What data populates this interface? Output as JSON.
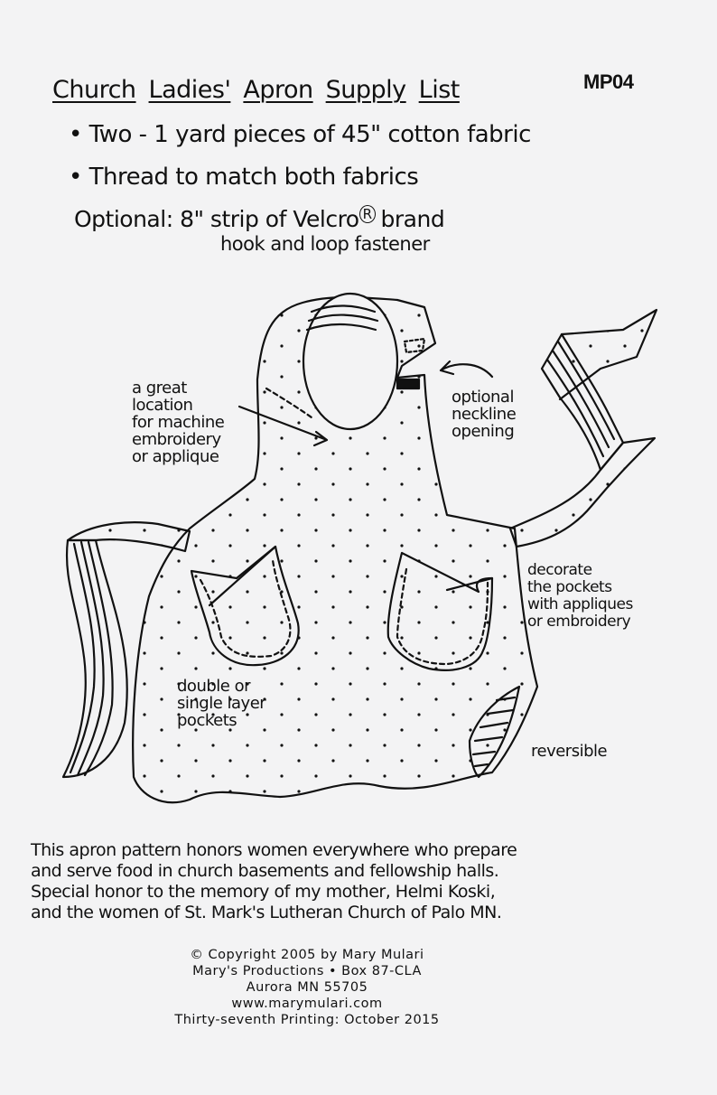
{
  "pattern_code": "MP04",
  "title": {
    "words": [
      "Church",
      "Ladies'",
      "Apron",
      "Supply",
      "List"
    ]
  },
  "supplies": [
    "• Two - 1 yard pieces of 45\" cotton fabric",
    "• Thread to match both fabrics"
  ],
  "optional": {
    "label": "Optional: 8\" strip of Velcro",
    "registered_mark": "R",
    "label_suffix": "brand",
    "line2": "hook and loop fastener"
  },
  "illustration": {
    "subject": "apron-drawing",
    "colors": {
      "ink": "#111111",
      "paper": "#f3f3f4"
    },
    "annotations": {
      "embroidery_location": [
        "a great",
        "location",
        "for machine",
        "embroidery",
        "or applique"
      ],
      "neckline": [
        "optional",
        "neckline",
        "opening"
      ],
      "decorate_pockets": [
        "decorate",
        "the pockets",
        "with appliques",
        "or embroidery"
      ],
      "pockets": [
        "double or",
        "single layer",
        "pockets"
      ],
      "reversible": "reversible"
    }
  },
  "dedication": [
    "This apron pattern honors women everywhere who prepare",
    "and serve food in church basements and fellowship halls.",
    "Special honor to the memory of my mother, Helmi Koski,",
    "and the women of St. Mark's Lutheran Church of Palo MN."
  ],
  "colophon": [
    "© Copyright 2005 by Mary Mulari",
    "Mary's Productions • Box 87-CLA",
    "Aurora MN 55705",
    "www.marymulari.com",
    "Thirty-seventh Printing: October 2015"
  ]
}
